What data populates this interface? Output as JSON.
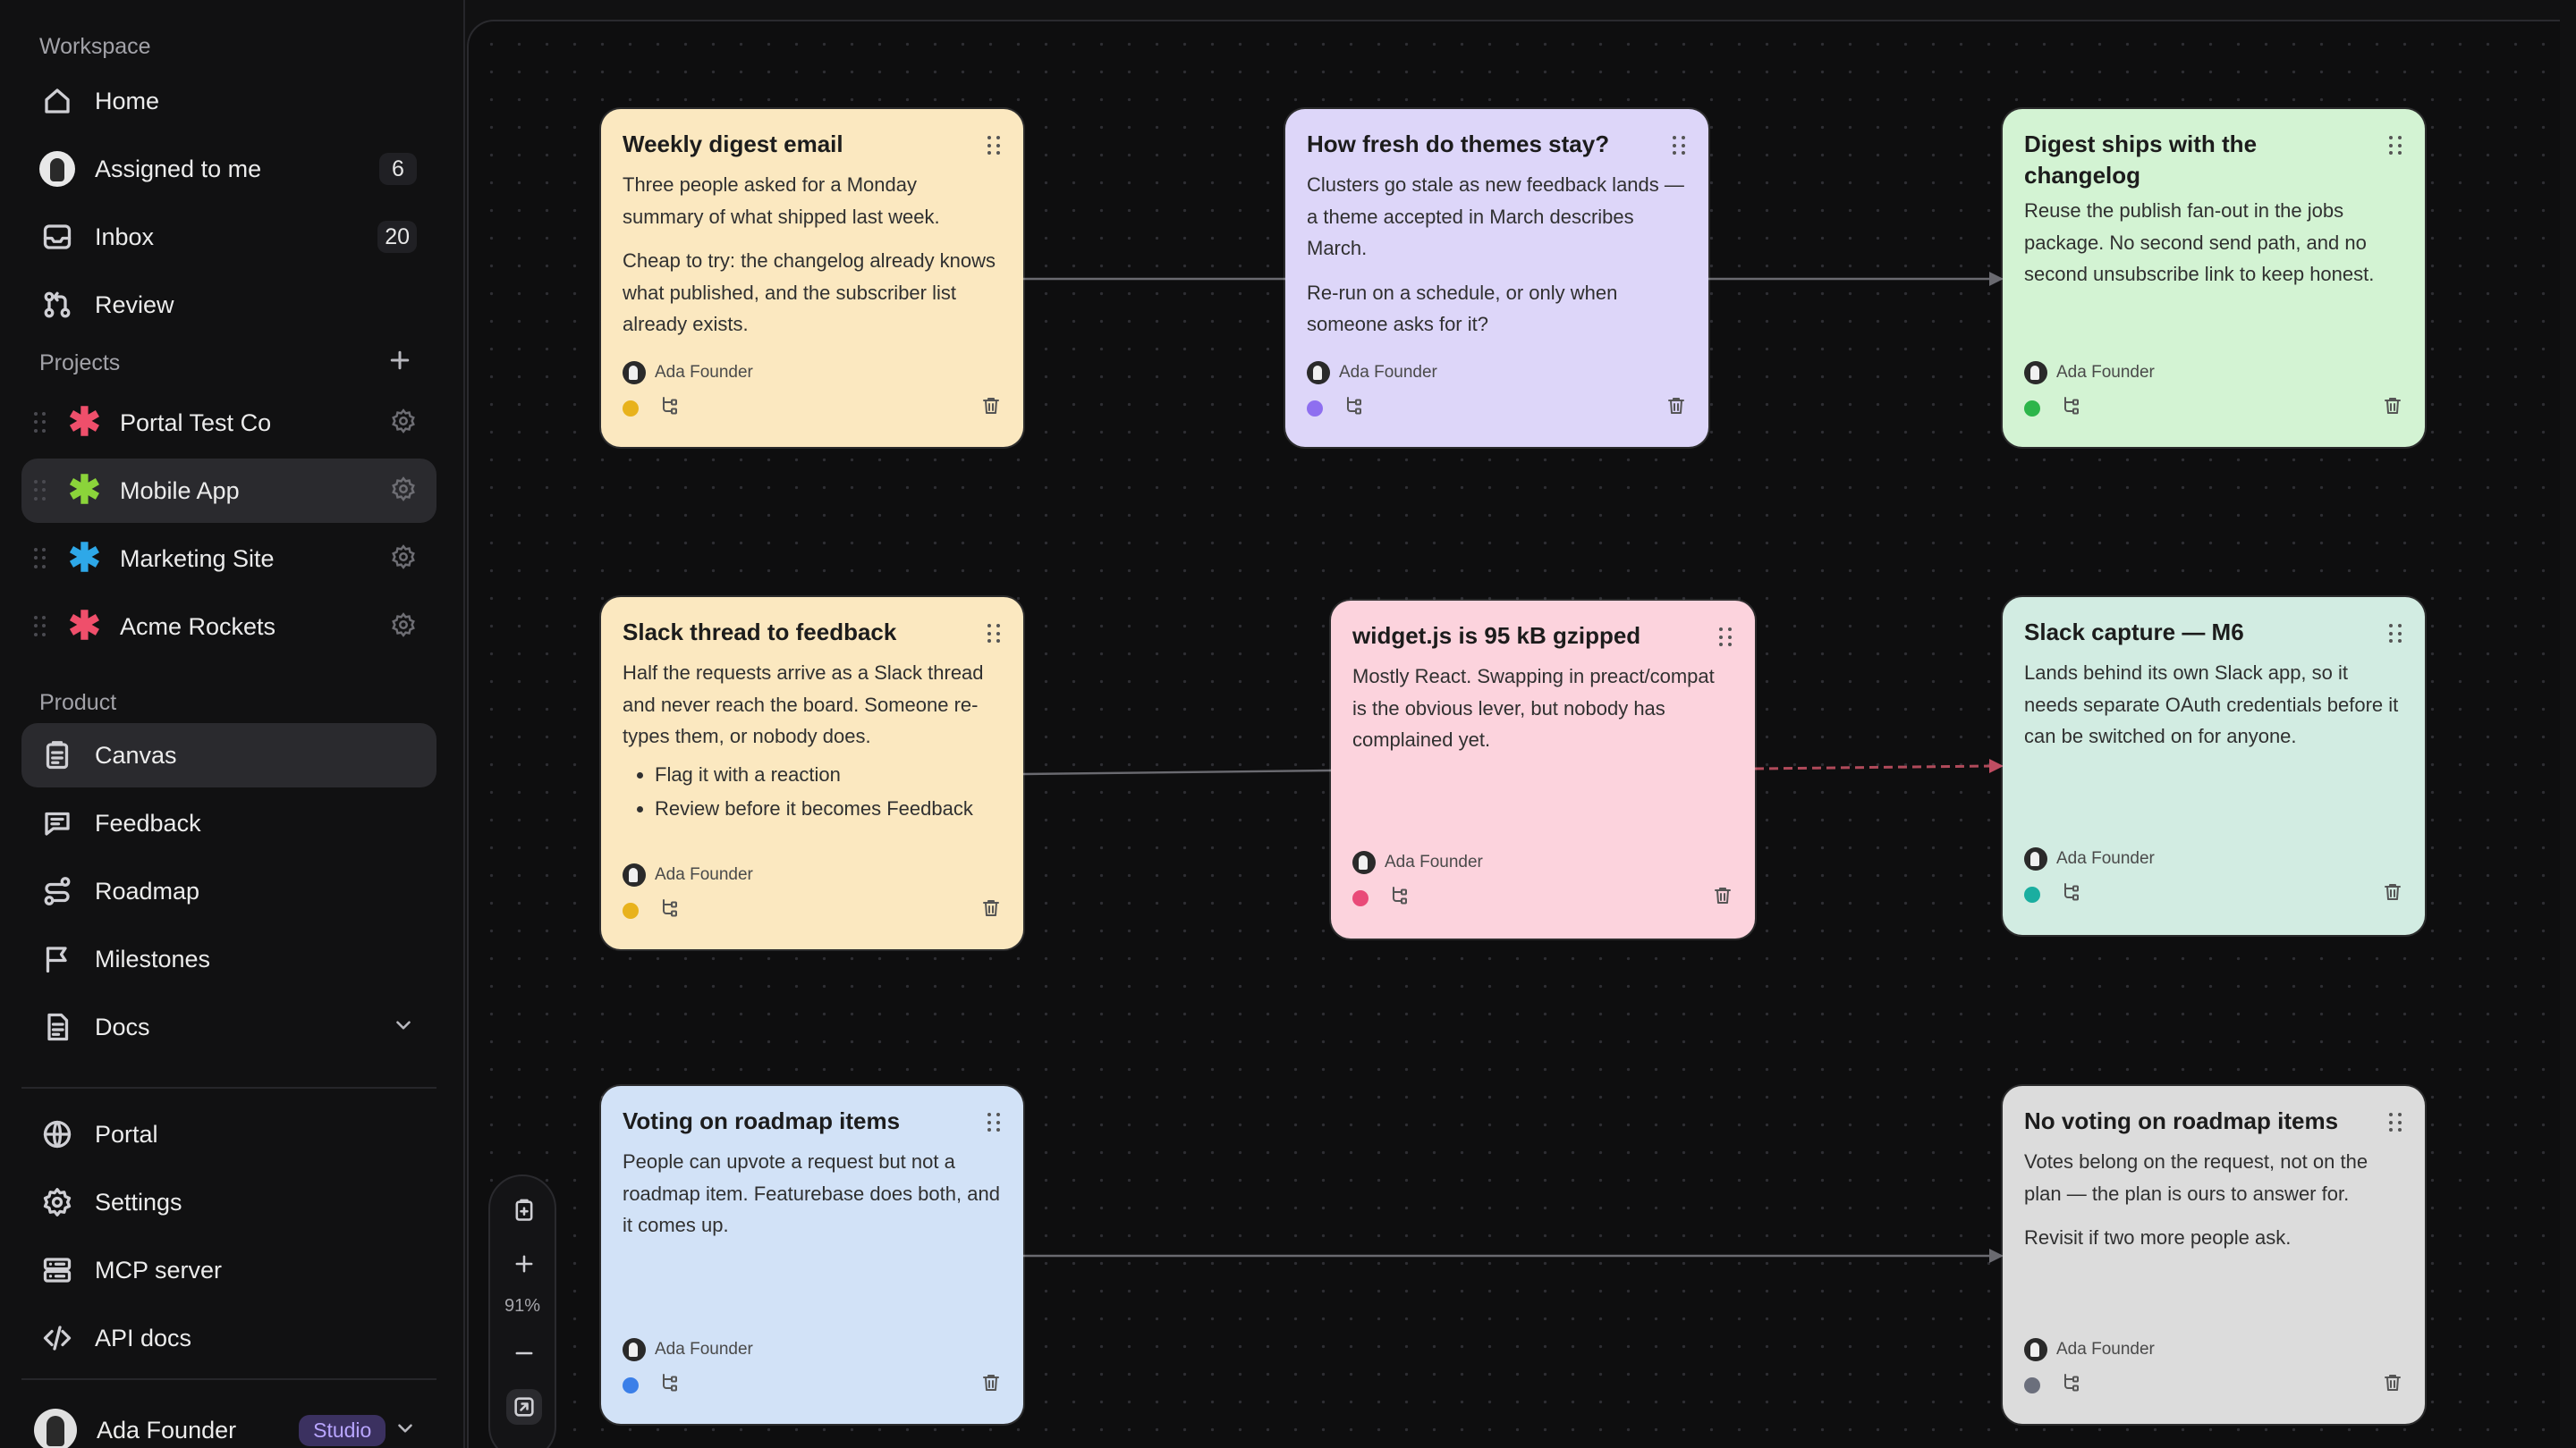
{
  "sidebar": {
    "workspace_label": "Workspace",
    "nav": [
      {
        "label": "Home",
        "icon": "home-icon"
      },
      {
        "label": "Assigned to me",
        "count": "6",
        "icon": "avatar"
      },
      {
        "label": "Inbox",
        "count": "20",
        "icon": "inbox-icon"
      },
      {
        "label": "Review",
        "icon": "git-pull-request-icon"
      }
    ],
    "projects_label": "Projects",
    "projects": [
      {
        "label": "Portal Test Co",
        "color": "#ef4f6b"
      },
      {
        "label": "Mobile App",
        "color": "#8bd43a"
      },
      {
        "label": "Marketing Site",
        "color": "#2ea8e8"
      },
      {
        "label": "Acme Rockets",
        "color": "#ef4f6b"
      }
    ],
    "product_label": "Product",
    "product": [
      {
        "label": "Canvas",
        "icon": "canvas-icon"
      },
      {
        "label": "Feedback",
        "icon": "feedback-icon"
      },
      {
        "label": "Roadmap",
        "icon": "roadmap-icon"
      },
      {
        "label": "Milestones",
        "icon": "flag-icon"
      },
      {
        "label": "Docs",
        "icon": "docs-icon"
      }
    ],
    "bottom": [
      {
        "label": "Portal",
        "icon": "globe-icon"
      },
      {
        "label": "Settings",
        "icon": "gear-icon"
      },
      {
        "label": "MCP server",
        "icon": "server-icon"
      },
      {
        "label": "API docs",
        "icon": "code-icon"
      }
    ],
    "user": {
      "name": "Ada Founder",
      "badge": "Studio"
    }
  },
  "canvas": {
    "zoom_level": "91%",
    "cards": [
      {
        "title": "Weekly digest email",
        "color": "#fbe8c0",
        "dot": "#e8b21c",
        "paragraphs": [
          "Three people asked for a Monday summary of what shipped last week.",
          "Cheap to try: the changelog already knows what published, and the subscriber list already exists."
        ],
        "author": "Ada Founder"
      },
      {
        "title": "How fresh do themes stay?",
        "color": "#ddd6f9",
        "dot": "#8e6ff0",
        "paragraphs": [
          "Clusters go stale as new feedback lands — a theme accepted in March describes March.",
          "Re-run on a schedule, or only when someone asks for it?"
        ],
        "author": "Ada Founder"
      },
      {
        "title": "Digest ships with the changelog",
        "color": "#d3f3d3",
        "dot": "#2cb54a",
        "paragraphs": [
          "Reuse the publish fan-out in the jobs package. No second send path, and no second unsubscribe link to keep honest."
        ],
        "author": "Ada Founder"
      },
      {
        "title": "Slack thread to feedback",
        "color": "#fbe8c0",
        "dot": "#e8b21c",
        "paragraphs": [
          "Half the requests arrive as a Slack thread and never reach the board. Someone re-types them, or nobody does."
        ],
        "bullets": [
          "Flag it with a reaction",
          "Review before it becomes Feedback"
        ],
        "author": "Ada Founder"
      },
      {
        "title": "widget.js is 95 kB gzipped",
        "color": "#fcd3dd",
        "dot": "#e94a78",
        "paragraphs": [
          "Mostly React. Swapping in preact/compat is the obvious lever, but nobody has complained yet."
        ],
        "author": "Ada Founder"
      },
      {
        "title": "Slack capture — M6",
        "color": "#d2ece2",
        "dot": "#1aaea0",
        "paragraphs": [
          "Lands behind its own Slack app, so it needs separate OAuth credentials before it can be switched on for anyone."
        ],
        "author": "Ada Founder"
      },
      {
        "title": "Voting on roadmap items",
        "color": "#d2e2f7",
        "dot": "#3b7fe8",
        "paragraphs": [
          "People can upvote a request but not a roadmap item. Featurebase does both, and it comes up."
        ],
        "author": "Ada Founder"
      },
      {
        "title": "No voting on roadmap items",
        "color": "#dcdcdc",
        "dot": "#6b6f7c",
        "paragraphs": [
          "Votes belong on the request, not on the plan — the plan is ours to answer for.",
          "Revisit if two more people ask."
        ],
        "author": "Ada Founder"
      }
    ]
  }
}
